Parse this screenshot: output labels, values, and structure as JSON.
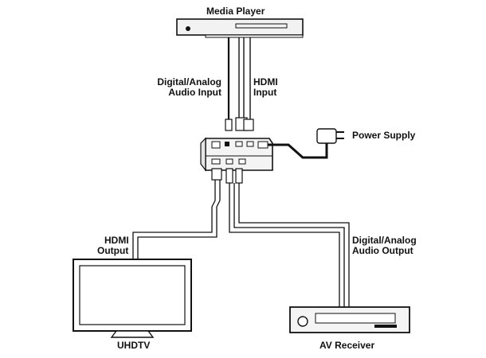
{
  "labels": {
    "media_player": "Media Player",
    "digital_analog_audio_input_1": "Digital/Analog",
    "digital_analog_audio_input_2": "Audio Input",
    "hdmi_input_1": "HDMI",
    "hdmi_input_2": "Input",
    "power_supply": "Power Supply",
    "hdmi_output_1": "HDMI",
    "hdmi_output_2": "Output",
    "digital_analog_audio_output_1": "Digital/Analog",
    "digital_analog_audio_output_2": "Audio Output",
    "uhdtv": "UHDTV",
    "av_receiver": "AV Receiver"
  },
  "colors": {
    "line": "#111111",
    "cable_fill": "#ffffff",
    "device_fill": "#f2f2f2",
    "screen_fill": "#ffffff"
  }
}
